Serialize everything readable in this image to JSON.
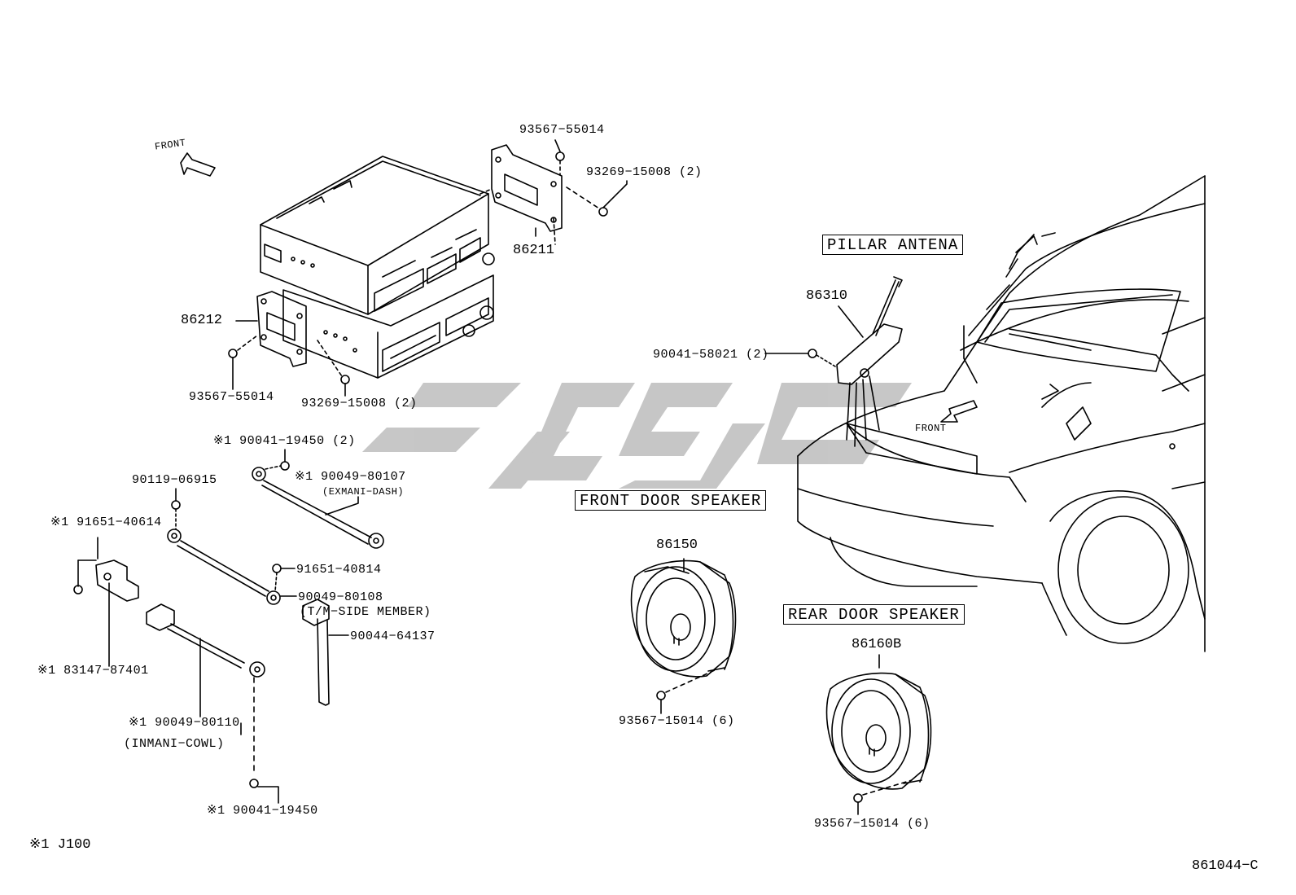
{
  "labels": {
    "p93567_55014_top": "93567−55014",
    "p93269_15008_top": "93269−15008 (2)",
    "p86211": "86211",
    "p86212": "86212",
    "p93567_55014_bot": "93567−55014",
    "p93269_15008_bot": "93269−15008 (2)",
    "p90041_19450_a": "※1 90041−19450 (2)",
    "p90049_80107": "※1 90049−80107",
    "p90049_80107_sub": "(EXMANI−DASH)",
    "p90119_06915": "90119−06915",
    "p91651_40614": "※1 91651−40614",
    "p91651_40814": "91651−40814",
    "p90049_80108": "90049−80108",
    "p90049_80108_sub": "(T/M−SIDE MEMBER)",
    "p90044_64137": "90044−64137",
    "p83147_87401": "※1 83147−87401",
    "p90049_80110": "※1 90049−80110",
    "p90049_80110_sub": "(INMANI−COWL)",
    "p90041_19450_b": "※1 90041−19450",
    "p86310": "86310",
    "p90041_58021": "90041−58021 (2)",
    "p86150": "86150",
    "p93567_15014_a": "93567−15014 (6)",
    "p86160B": "86160B",
    "p93567_15014_b": "93567−15014 (6)"
  },
  "sections": {
    "pillar_antena": "PILLAR ANTENA",
    "front_door_speaker": "FRONT DOOR SPEAKER",
    "rear_door_speaker": "REAR DOOR SPEAKER"
  },
  "front_left": "FRONT",
  "front_right": "FRONT",
  "footnote": "※1  J100",
  "figure_id": "861044−C"
}
